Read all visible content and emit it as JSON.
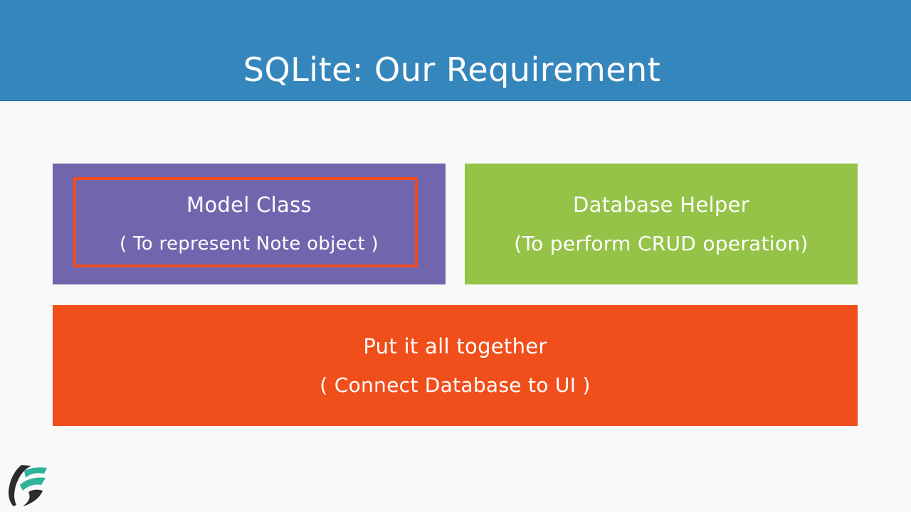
{
  "header": {
    "title": "SQLite: Our Requirement"
  },
  "boxes": {
    "model": {
      "title": "Model Class",
      "subtitle": "( To represent Note object )",
      "color": "#7165ad",
      "highlight_color": "#f04c1f"
    },
    "helper": {
      "title": "Database Helper",
      "subtitle": "(To perform CRUD operation)",
      "color": "#94c348"
    },
    "together": {
      "title": "Put it all together",
      "subtitle": "( Connect Database to UI )",
      "color": "#f04e1b"
    }
  },
  "colors": {
    "header_bg": "#3586bc",
    "page_bg": "#f9f9f9"
  },
  "logo": {
    "icon": "brand-logo-icon"
  }
}
